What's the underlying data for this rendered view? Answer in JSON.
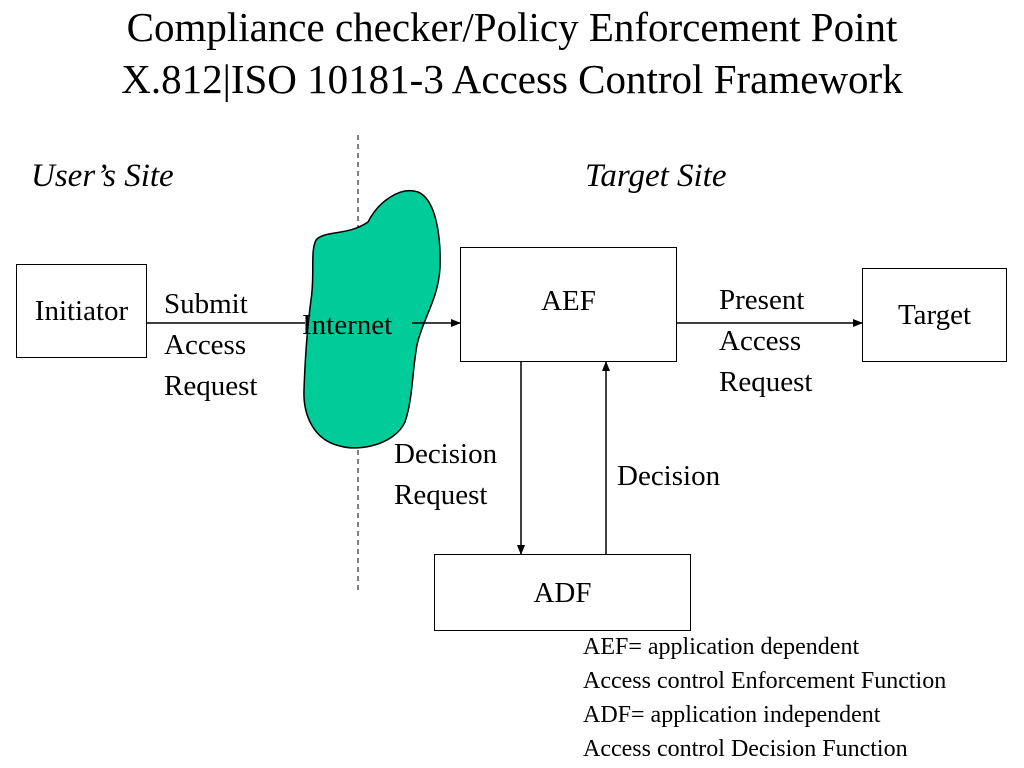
{
  "title": {
    "line1": "Compliance checker/Policy Enforcement Point",
    "line2": "X.812|ISO 10181-3 Access Control Framework"
  },
  "sites": {
    "user": "User’s Site",
    "target": "Target Site"
  },
  "nodes": {
    "initiator": "Initiator",
    "internet": "Internet",
    "aef": "AEF",
    "target": "Target",
    "adf": "ADF"
  },
  "edge_labels": {
    "submit_access_request": [
      "Submit",
      "Access",
      "Request"
    ],
    "present_access_request": [
      "Present",
      "Access",
      "Request"
    ],
    "decision_request": [
      "Decision",
      "Request"
    ],
    "decision": "Decision"
  },
  "legend": [
    "AEF= application dependent",
    "Access control Enforcement Function",
    "ADF= application independent",
    "Access control Decision Function"
  ],
  "colors": {
    "internet_fill": "#00cc99",
    "line": "#000000"
  }
}
